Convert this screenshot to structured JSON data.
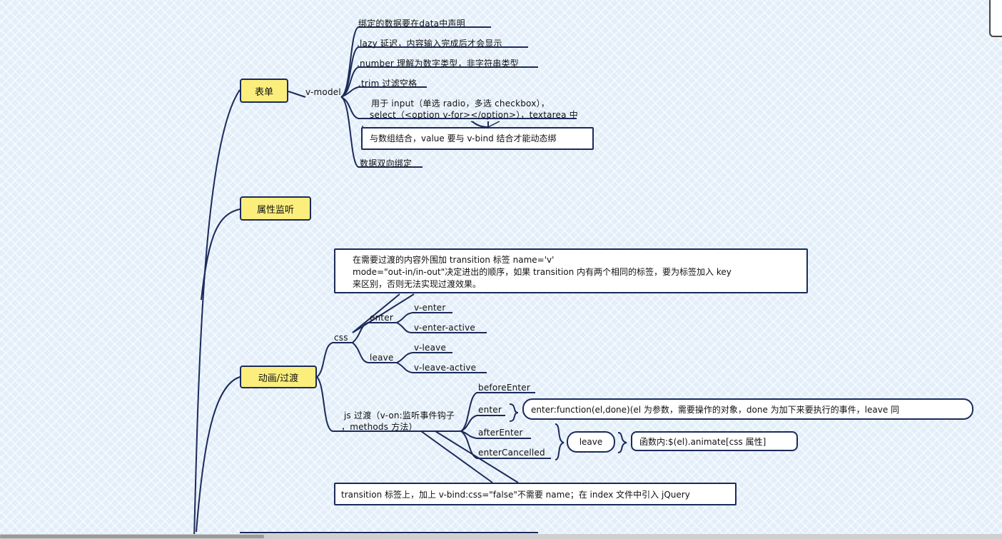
{
  "topics": {
    "form": "表单",
    "watch": "属性监听",
    "anim": "动画/过渡"
  },
  "form": {
    "vmodel": "v-model",
    "items": [
      "绑定的数据要在data中声明",
      ".lazy 延迟，内容输入完成后才会显示",
      ".number 理解为数字类型，非字符串类型",
      ".trim 过滤空格",
      "用于 input（单选 radio，多选 checkbox），",
      "select（<option v-for></option>），textarea 中",
      "数据双向绑定"
    ],
    "note": "与数组结合，value 要与 v-bind 结合才能动态绑"
  },
  "anim": {
    "note_top_line1": "在需要过渡的内容外围加 transition 标签  name='v'",
    "note_top_line2": "mode=\"out-in/in-out\"决定进出的顺序，如果 transition 内有两个相同的标签，要为标签加入 key",
    "note_top_line3": "来区别，否则无法实现过渡效果。",
    "css": "css",
    "enter": "enter",
    "leave": "leave",
    "v_enter": "v-enter",
    "v_enter_active": "v-enter-active",
    "v_leave": "v-leave",
    "v_leave_active": "v-leave-active",
    "js_line1": "js 过渡（v-on:监听事件钩子",
    "js_line2": "，methods 方法）",
    "before_enter": "beforeEnter",
    "enter_hook": "enter",
    "after_enter": "afterEnter",
    "enter_cancelled": "enterCancelled",
    "enter_fn": "enter:function(el,done)(el 为参数，需要操作的对象，done 为加下来要执行的事件，leave 同",
    "leave_pill": "leave",
    "animate_fn": "函数内:$(el).animate[css 属性]",
    "note_bottom": "transition 标签上，加上 v-bind:css=\"false\"不需要 name；在 index 文件中引入 jQuery"
  },
  "colors": {
    "line": "#1b2a5a",
    "topic_fill": "#fbee7d",
    "background": "#e2eef9"
  }
}
